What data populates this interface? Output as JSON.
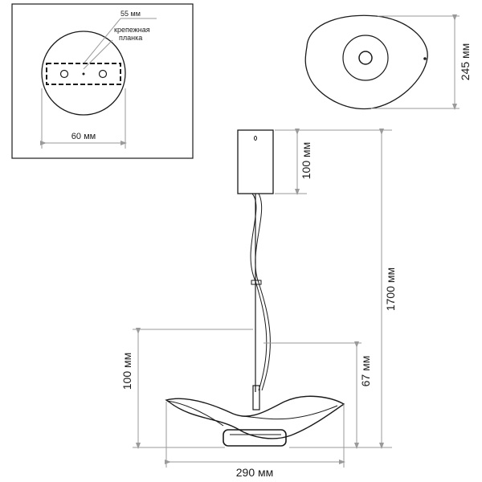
{
  "inset": {
    "label_55": "55 мм",
    "label_bracket_1": "крепежная",
    "label_bracket_2": "планка",
    "label_60": "60 мм"
  },
  "top_view": {
    "label_height": "245 мм"
  },
  "canopy": {
    "label_height": "100 мм"
  },
  "overall": {
    "label_height": "1700 мм"
  },
  "shade": {
    "label_height_left": "100 мм",
    "label_height_right": "67 мм",
    "label_width": "290 мм"
  }
}
